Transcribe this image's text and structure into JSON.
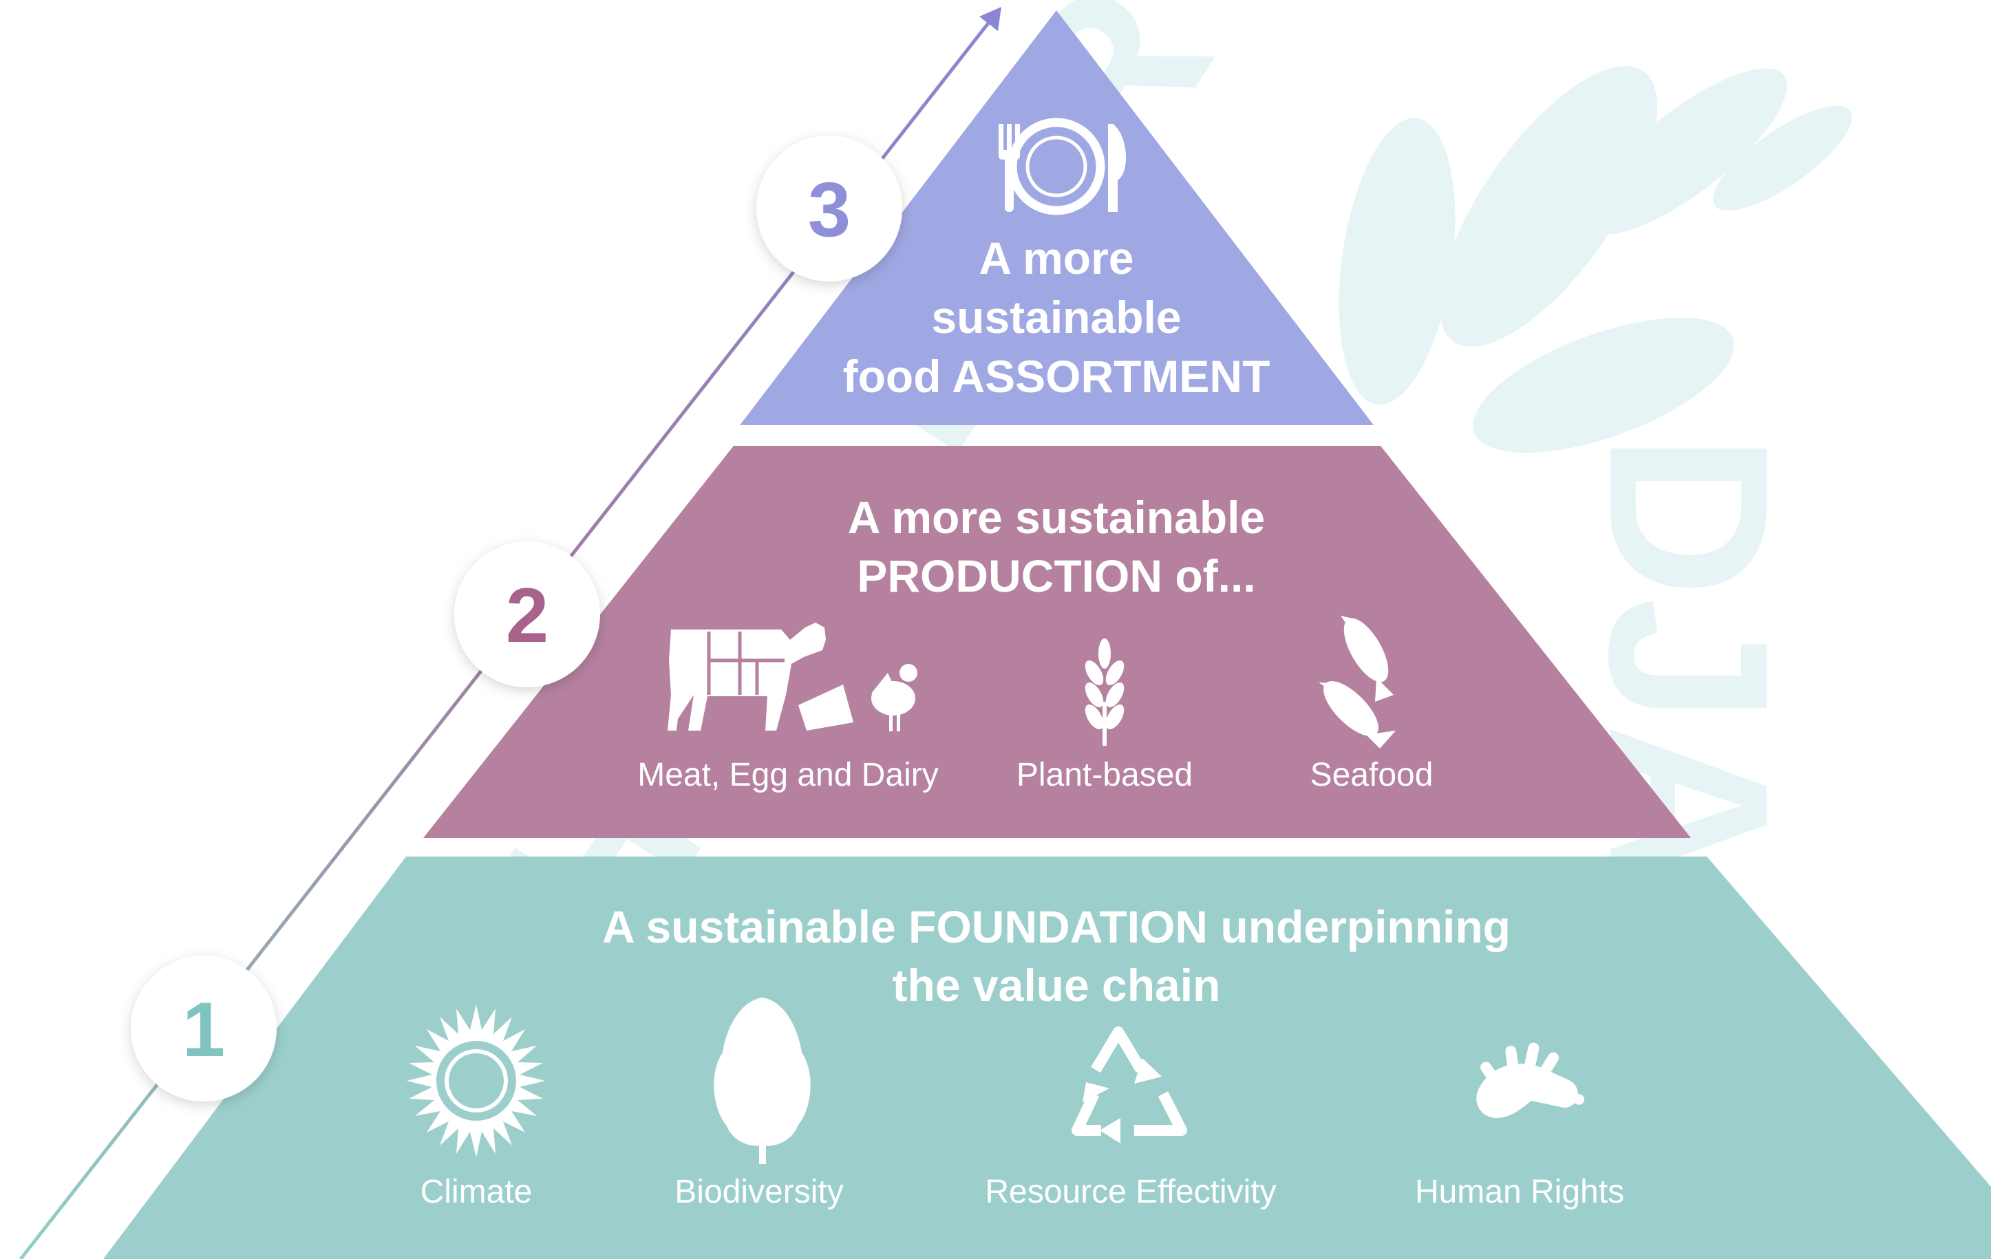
{
  "colors": {
    "tier1": "#9ccfcc",
    "tier2": "#b5819f",
    "tier3": "#a0a8e3",
    "number1": "#7fc4be",
    "number2": "#a8628c",
    "number3": "#8f8fd8",
    "watermark": "#e6f4f6",
    "white": "#ffffff"
  },
  "watermark": {
    "text_left": "HÅLLBAR",
    "text_right": "DJA"
  },
  "tiers": [
    {
      "number": "1",
      "heading_lines": [
        "A sustainable FOUNDATION underpinning",
        "the value chain"
      ],
      "items": [
        {
          "label": "Climate",
          "icon": "sun-icon"
        },
        {
          "label": "Biodiversity",
          "icon": "tree-icon"
        },
        {
          "label": "Resource Effectivity",
          "icon": "recycle-icon"
        },
        {
          "label": "Human Rights",
          "icon": "hand-icon"
        }
      ]
    },
    {
      "number": "2",
      "heading_lines": [
        "A more sustainable",
        "PRODUCTION of..."
      ],
      "items": [
        {
          "label": "Meat, Egg and Dairy",
          "icon": "livestock-icon"
        },
        {
          "label": "Plant-based",
          "icon": "wheat-icon"
        },
        {
          "label": "Seafood",
          "icon": "fish-icon"
        }
      ]
    },
    {
      "number": "3",
      "heading_lines": [
        "A more",
        "sustainable",
        "food ASSORTMENT"
      ],
      "items": [
        {
          "label": "",
          "icon": "plate-cutlery-icon"
        }
      ]
    }
  ]
}
